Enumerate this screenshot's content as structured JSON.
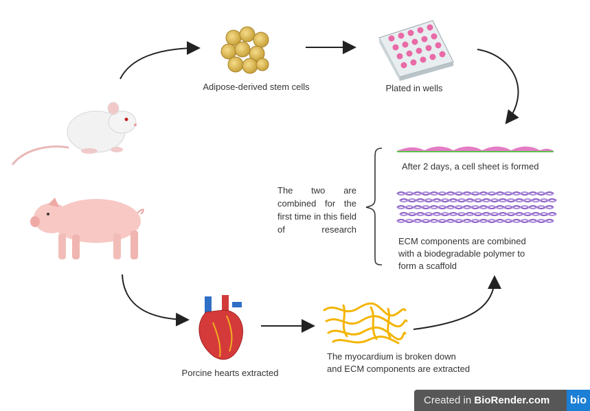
{
  "labels": {
    "stem_cells": "Adipose-derived stem cells",
    "plated": "Plated in wells",
    "cell_sheet": "After 2 days, a cell sheet is formed",
    "note": "The two are combined for the first time in this field of research",
    "ecm_scaffold": [
      "ECM components are combined",
      "with a biodegradable polymer to",
      "form a scaffold"
    ],
    "hearts": "Porcine hearts extracted",
    "myocardium": [
      "The myocardium is broken down",
      "and ECM components are extracted"
    ]
  },
  "badge": {
    "prefix": "Created in ",
    "brand": "BioRender.com",
    "logo": "bio"
  },
  "colors": {
    "badge_bg": "#575757",
    "badge_logo": "#1c7fd6",
    "arrow": "#222222"
  }
}
